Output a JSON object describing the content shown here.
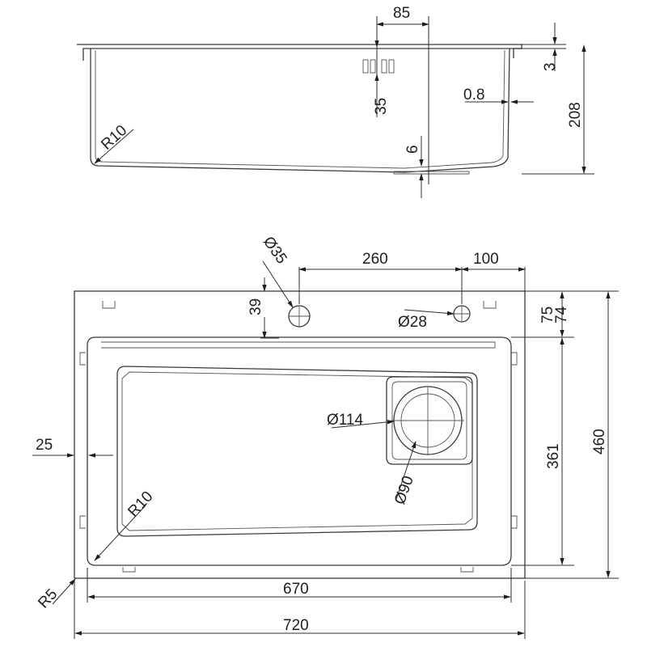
{
  "section_view": {
    "dim_85": "85",
    "dim_3": "3",
    "dim_35": "35",
    "dim_0_8": "0.8",
    "dim_208": "208",
    "dim_6": "6",
    "dim_r10": "R10"
  },
  "plan_view": {
    "dim_dia35": "Ø35",
    "dim_260": "260",
    "dim_100": "100",
    "dim_39": "39",
    "dim_dia28": "Ø28",
    "dim_75": "75",
    "dim_74": "74",
    "dim_dia114": "Ø114",
    "dim_25": "25",
    "dim_361": "361",
    "dim_460": "460",
    "dim_dia90": "Ø90",
    "dim_r10": "R10",
    "dim_r5": "R5",
    "dim_670": "670",
    "dim_720": "720"
  },
  "colors": {
    "line": "#3a3a3a",
    "text": "#1e1e1e",
    "background": "#ffffff"
  }
}
